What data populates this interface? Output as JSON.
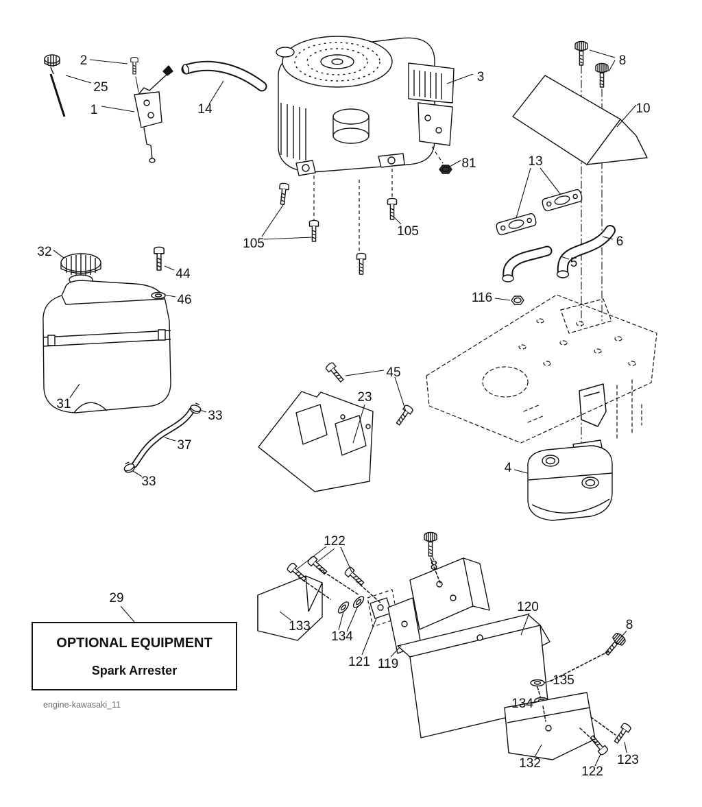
{
  "colors": {
    "ink": "#111111",
    "background": "#ffffff",
    "footer_text": "#6e6e6e"
  },
  "footer": {
    "text": "engine-kawasaki_11"
  },
  "optional_equipment": {
    "heading": "OPTIONAL EQUIPMENT",
    "subheading": "Spark Arrester"
  },
  "labels": [
    {
      "text": "2"
    },
    {
      "text": "25"
    },
    {
      "text": "1"
    },
    {
      "text": "14"
    },
    {
      "text": "3"
    },
    {
      "text": "8"
    },
    {
      "text": "10"
    },
    {
      "text": "81"
    },
    {
      "text": "13"
    },
    {
      "text": "105"
    },
    {
      "text": "105"
    },
    {
      "text": "6"
    },
    {
      "text": "5"
    },
    {
      "text": "116"
    },
    {
      "text": "32"
    },
    {
      "text": "44"
    },
    {
      "text": "46"
    },
    {
      "text": "45"
    },
    {
      "text": "23"
    },
    {
      "text": "31"
    },
    {
      "text": "33"
    },
    {
      "text": "37"
    },
    {
      "text": "33"
    },
    {
      "text": "4"
    },
    {
      "text": "122"
    },
    {
      "text": "8"
    },
    {
      "text": "29"
    },
    {
      "text": "120"
    },
    {
      "text": "8"
    },
    {
      "text": "133"
    },
    {
      "text": "134"
    },
    {
      "text": "121"
    },
    {
      "text": "119"
    },
    {
      "text": "135"
    },
    {
      "text": "134"
    },
    {
      "text": "132"
    },
    {
      "text": "123"
    },
    {
      "text": "122"
    }
  ]
}
